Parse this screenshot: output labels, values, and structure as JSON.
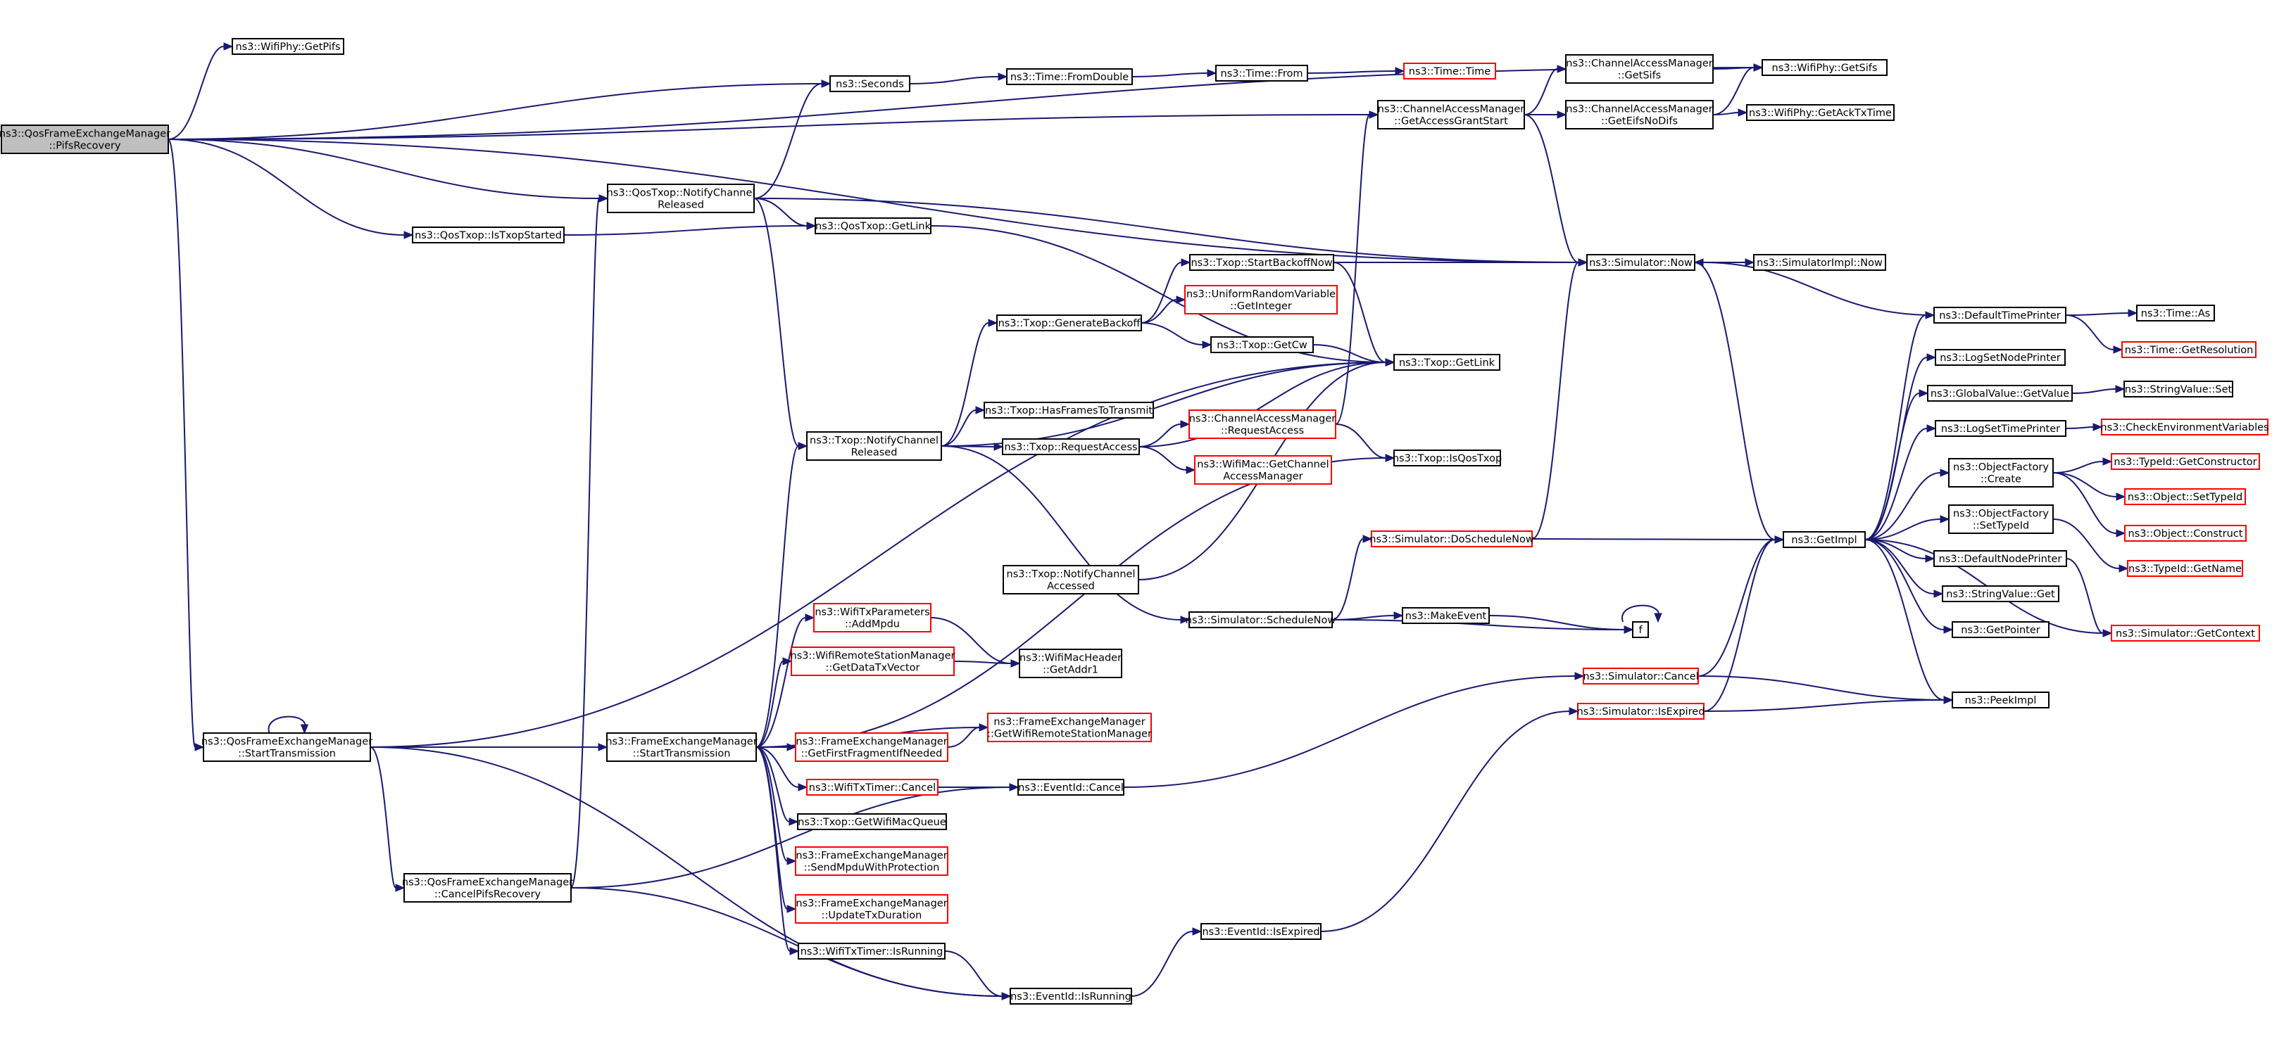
{
  "graph": {
    "nodes": [
      {
        "id": "root",
        "lines": [
          "ns3::QosFrameExchangeManager",
          "::PifsRecovery"
        ],
        "style": "root"
      },
      {
        "id": "wifiPhyGetPifs",
        "lines": [
          "ns3::WifiPhy::GetPifs"
        ],
        "style": "normal"
      },
      {
        "id": "seconds",
        "lines": [
          "ns3::Seconds"
        ],
        "style": "normal"
      },
      {
        "id": "timeFromDouble",
        "lines": [
          "ns3::Time::FromDouble"
        ],
        "style": "normal"
      },
      {
        "id": "timeFrom",
        "lines": [
          "ns3::Time::From"
        ],
        "style": "normal"
      },
      {
        "id": "timeTime",
        "lines": [
          "ns3::Time::Time"
        ],
        "style": "red"
      },
      {
        "id": "camGetSifs",
        "lines": [
          "ns3::ChannelAccessManager",
          "::GetSifs"
        ],
        "style": "normal"
      },
      {
        "id": "wifiPhyGetSifs",
        "lines": [
          "ns3::WifiPhy::GetSifs"
        ],
        "style": "normal"
      },
      {
        "id": "camGetAccessGrantStart",
        "lines": [
          "ns3::ChannelAccessManager",
          "::GetAccessGrantStart"
        ],
        "style": "normal"
      },
      {
        "id": "camGetEifsNoDifs",
        "lines": [
          "ns3::ChannelAccessManager",
          "::GetEifsNoDifs"
        ],
        "style": "normal"
      },
      {
        "id": "wifiPhyGetAckTxTime",
        "lines": [
          "ns3::WifiPhy::GetAckTxTime"
        ],
        "style": "normal"
      },
      {
        "id": "qosTxopNotifyChannelReleased",
        "lines": [
          "ns3::QosTxop::NotifyChannel",
          "Released"
        ],
        "style": "normal"
      },
      {
        "id": "qosTxopIsTxopStarted",
        "lines": [
          "ns3::QosTxop::IsTxopStarted"
        ],
        "style": "normal"
      },
      {
        "id": "qosTxopGetLink",
        "lines": [
          "ns3::QosTxop::GetLink"
        ],
        "style": "normal"
      },
      {
        "id": "txopStartBackoffNow",
        "lines": [
          "ns3::Txop::StartBackoffNow"
        ],
        "style": "normal"
      },
      {
        "id": "simulatorNow",
        "lines": [
          "ns3::Simulator::Now"
        ],
        "style": "normal"
      },
      {
        "id": "simulatorImplNow",
        "lines": [
          "ns3::SimulatorImpl::Now"
        ],
        "style": "normal"
      },
      {
        "id": "txopGenerateBackoff",
        "lines": [
          "ns3::Txop::GenerateBackoff"
        ],
        "style": "normal"
      },
      {
        "id": "uniformRandomGetInteger",
        "lines": [
          "ns3::UniformRandomVariable",
          "::GetInteger"
        ],
        "style": "red"
      },
      {
        "id": "txopGetCw",
        "lines": [
          "ns3::Txop::GetCw"
        ],
        "style": "normal"
      },
      {
        "id": "txopGetLink",
        "lines": [
          "ns3::Txop::GetLink"
        ],
        "style": "normal"
      },
      {
        "id": "txopHasFramesToTransmit",
        "lines": [
          "ns3::Txop::HasFramesToTransmit"
        ],
        "style": "normal"
      },
      {
        "id": "txopNotifyChannelReleased",
        "lines": [
          "ns3::Txop::NotifyChannel",
          "Released"
        ],
        "style": "normal"
      },
      {
        "id": "txopRequestAccess",
        "lines": [
          "ns3::Txop::RequestAccess"
        ],
        "style": "normal"
      },
      {
        "id": "camRequestAccess",
        "lines": [
          "ns3::ChannelAccessManager",
          "::RequestAccess"
        ],
        "style": "red"
      },
      {
        "id": "txopIsQosTxop",
        "lines": [
          "ns3::Txop::IsQosTxop"
        ],
        "style": "normal"
      },
      {
        "id": "wifiMacGetCam",
        "lines": [
          "ns3::WifiMac::GetChannel",
          "AccessManager"
        ],
        "style": "red"
      },
      {
        "id": "defaultTimePrinter",
        "lines": [
          "ns3::DefaultTimePrinter"
        ],
        "style": "normal"
      },
      {
        "id": "timeAs",
        "lines": [
          "ns3::Time::As"
        ],
        "style": "normal"
      },
      {
        "id": "timeGetResolution",
        "lines": [
          "ns3::Time::GetResolution"
        ],
        "style": "red"
      },
      {
        "id": "logSetNodePrinter",
        "lines": [
          "ns3::LogSetNodePrinter"
        ],
        "style": "normal"
      },
      {
        "id": "globalValueGetValue",
        "lines": [
          "ns3::GlobalValue::GetValue"
        ],
        "style": "normal"
      },
      {
        "id": "stringValueSet",
        "lines": [
          "ns3::StringValue::Set"
        ],
        "style": "normal"
      },
      {
        "id": "logSetTimePrinter",
        "lines": [
          "ns3::LogSetTimePrinter"
        ],
        "style": "normal"
      },
      {
        "id": "checkEnvVars",
        "lines": [
          "ns3::CheckEnvironmentVariables"
        ],
        "style": "red"
      },
      {
        "id": "objectFactoryCreate",
        "lines": [
          "ns3::ObjectFactory",
          "::Create"
        ],
        "style": "normal"
      },
      {
        "id": "typeIdGetConstructor",
        "lines": [
          "ns3::TypeId::GetConstructor"
        ],
        "style": "red"
      },
      {
        "id": "objectSetTypeId",
        "lines": [
          "ns3::Object::SetTypeId"
        ],
        "style": "red"
      },
      {
        "id": "objectConstruct",
        "lines": [
          "ns3::Object::Construct"
        ],
        "style": "red"
      },
      {
        "id": "objectFactorySetTypeId",
        "lines": [
          "ns3::ObjectFactory",
          "::SetTypeId"
        ],
        "style": "normal"
      },
      {
        "id": "typeIdGetName",
        "lines": [
          "ns3::TypeId::GetName"
        ],
        "style": "red"
      },
      {
        "id": "simulatorDoScheduleNow",
        "lines": [
          "ns3::Simulator::DoScheduleNow"
        ],
        "style": "red"
      },
      {
        "id": "getImpl",
        "lines": [
          "ns3::GetImpl"
        ],
        "style": "normal"
      },
      {
        "id": "defaultNodePrinter",
        "lines": [
          "ns3::DefaultNodePrinter"
        ],
        "style": "normal"
      },
      {
        "id": "stringValueGet",
        "lines": [
          "ns3::StringValue::Get"
        ],
        "style": "normal"
      },
      {
        "id": "getPointer",
        "lines": [
          "ns3::GetPointer"
        ],
        "style": "normal"
      },
      {
        "id": "simulatorGetContext",
        "lines": [
          "ns3::Simulator::GetContext"
        ],
        "style": "red"
      },
      {
        "id": "txopNotifyChannelAccessed",
        "lines": [
          "ns3::Txop::NotifyChannel",
          "Accessed"
        ],
        "style": "normal"
      },
      {
        "id": "simulatorScheduleNow",
        "lines": [
          "ns3::Simulator::ScheduleNow"
        ],
        "style": "normal"
      },
      {
        "id": "makeEvent",
        "lines": [
          "ns3::MakeEvent"
        ],
        "style": "normal"
      },
      {
        "id": "f",
        "lines": [
          "f"
        ],
        "style": "normal"
      },
      {
        "id": "wifiTxParamsAddMpdu",
        "lines": [
          "ns3::WifiTxParameters",
          "::AddMpdu"
        ],
        "style": "red"
      },
      {
        "id": "wifiMacHeaderGetAddr1",
        "lines": [
          "ns3::WifiMacHeader",
          "::GetAddr1"
        ],
        "style": "normal"
      },
      {
        "id": "wrsmGetDataTxVector",
        "lines": [
          "ns3::WifiRemoteStationManager",
          "::GetDataTxVector"
        ],
        "style": "red"
      },
      {
        "id": "simulatorCancel",
        "lines": [
          "ns3::Simulator::Cancel"
        ],
        "style": "red"
      },
      {
        "id": "simulatorIsExpired",
        "lines": [
          "ns3::Simulator::IsExpired"
        ],
        "style": "red"
      },
      {
        "id": "peekImpl",
        "lines": [
          "ns3::PeekImpl"
        ],
        "style": "normal"
      },
      {
        "id": "qfemStartTransmission",
        "lines": [
          "ns3::QosFrameExchangeManager",
          "::StartTransmission"
        ],
        "style": "normal"
      },
      {
        "id": "femStartTransmission",
        "lines": [
          "ns3::FrameExchangeManager",
          "::StartTransmission"
        ],
        "style": "normal"
      },
      {
        "id": "femGetWrsm",
        "lines": [
          "ns3::FrameExchangeManager",
          "::GetWifiRemoteStationManager"
        ],
        "style": "red"
      },
      {
        "id": "femGetFirstFragment",
        "lines": [
          "ns3::FrameExchangeManager",
          "::GetFirstFragmentIfNeeded"
        ],
        "style": "red"
      },
      {
        "id": "wifiTxTimerCancel",
        "lines": [
          "ns3::WifiTxTimer::Cancel"
        ],
        "style": "red"
      },
      {
        "id": "eventIdCancel",
        "lines": [
          "ns3::EventId::Cancel"
        ],
        "style": "normal"
      },
      {
        "id": "txopGetWifiMacQueue",
        "lines": [
          "ns3::Txop::GetWifiMacQueue"
        ],
        "style": "normal"
      },
      {
        "id": "qfemCancelPifsRecovery",
        "lines": [
          "ns3::QosFrameExchangeManager",
          "::CancelPifsRecovery"
        ],
        "style": "normal"
      },
      {
        "id": "femSendMpduWithProtection",
        "lines": [
          "ns3::FrameExchangeManager",
          "::SendMpduWithProtection"
        ],
        "style": "red"
      },
      {
        "id": "femUpdateTxDuration",
        "lines": [
          "ns3::FrameExchangeManager",
          "::UpdateTxDuration"
        ],
        "style": "red"
      },
      {
        "id": "eventIdIsExpired",
        "lines": [
          "ns3::EventId::IsExpired"
        ],
        "style": "normal"
      },
      {
        "id": "wifiTxTimerIsRunning",
        "lines": [
          "ns3::WifiTxTimer::IsRunning"
        ],
        "style": "normal"
      },
      {
        "id": "eventIdIsRunning",
        "lines": [
          "ns3::EventId::IsRunning"
        ],
        "style": "normal"
      }
    ],
    "edges": [
      [
        "root",
        "wifiPhyGetPifs"
      ],
      [
        "root",
        "seconds"
      ],
      [
        "root",
        "wifiPhyGetSifs"
      ],
      [
        "root",
        "camGetAccessGrantStart"
      ],
      [
        "root",
        "qosTxopNotifyChannelReleased"
      ],
      [
        "root",
        "qosTxopIsTxopStarted"
      ],
      [
        "root",
        "simulatorNow"
      ],
      [
        "root",
        "qfemStartTransmission"
      ],
      [
        "seconds",
        "timeFromDouble"
      ],
      [
        "timeFromDouble",
        "timeFrom"
      ],
      [
        "timeFrom",
        "timeTime"
      ],
      [
        "camGetAccessGrantStart",
        "camGetSifs"
      ],
      [
        "camGetAccessGrantStart",
        "camGetEifsNoDifs"
      ],
      [
        "camGetAccessGrantStart",
        "simulatorNow"
      ],
      [
        "camGetSifs",
        "wifiPhyGetSifs"
      ],
      [
        "camGetEifsNoDifs",
        "wifiPhyGetSifs"
      ],
      [
        "camGetEifsNoDifs",
        "wifiPhyGetAckTxTime"
      ],
      [
        "qosTxopNotifyChannelReleased",
        "seconds"
      ],
      [
        "qosTxopNotifyChannelReleased",
        "qosTxopGetLink"
      ],
      [
        "qosTxopNotifyChannelReleased",
        "simulatorNow"
      ],
      [
        "qosTxopNotifyChannelReleased",
        "txopNotifyChannelReleased"
      ],
      [
        "qosTxopIsTxopStarted",
        "qosTxopGetLink"
      ],
      [
        "qosTxopGetLink",
        "txopGetLink"
      ],
      [
        "txopStartBackoffNow",
        "simulatorNow"
      ],
      [
        "txopStartBackoffNow",
        "txopGetLink"
      ],
      [
        "simulatorNow",
        "simulatorImplNow"
      ],
      [
        "simulatorNow",
        "getImpl"
      ],
      [
        "txopGenerateBackoff",
        "txopStartBackoffNow"
      ],
      [
        "txopGenerateBackoff",
        "uniformRandomGetInteger"
      ],
      [
        "txopGenerateBackoff",
        "txopGetCw"
      ],
      [
        "txopGetCw",
        "txopGetLink"
      ],
      [
        "txopNotifyChannelReleased",
        "txopGenerateBackoff"
      ],
      [
        "txopNotifyChannelReleased",
        "txopHasFramesToTransmit"
      ],
      [
        "txopNotifyChannelReleased",
        "txopRequestAccess"
      ],
      [
        "txopNotifyChannelReleased",
        "txopGetLink"
      ],
      [
        "txopNotifyChannelReleased",
        "simulatorScheduleNow"
      ],
      [
        "txopRequestAccess",
        "txopGetLink"
      ],
      [
        "txopRequestAccess",
        "camRequestAccess"
      ],
      [
        "txopRequestAccess",
        "wifiMacGetCam"
      ],
      [
        "camRequestAccess",
        "camGetAccessGrantStart"
      ],
      [
        "camRequestAccess",
        "txopIsQosTxop"
      ],
      [
        "defaultTimePrinter",
        "simulatorNow"
      ],
      [
        "defaultTimePrinter",
        "timeAs"
      ],
      [
        "defaultTimePrinter",
        "timeGetResolution"
      ],
      [
        "globalValueGetValue",
        "stringValueSet"
      ],
      [
        "logSetTimePrinter",
        "checkEnvVars"
      ],
      [
        "objectFactoryCreate",
        "typeIdGetConstructor"
      ],
      [
        "objectFactoryCreate",
        "objectSetTypeId"
      ],
      [
        "objectFactoryCreate",
        "objectConstruct"
      ],
      [
        "objectFactorySetTypeId",
        "typeIdGetName"
      ],
      [
        "getImpl",
        "defaultTimePrinter"
      ],
      [
        "getImpl",
        "logSetNodePrinter"
      ],
      [
        "getImpl",
        "globalValueGetValue"
      ],
      [
        "getImpl",
        "logSetTimePrinter"
      ],
      [
        "getImpl",
        "objectFactoryCreate"
      ],
      [
        "getImpl",
        "objectFactorySetTypeId"
      ],
      [
        "getImpl",
        "defaultNodePrinter"
      ],
      [
        "getImpl",
        "stringValueGet"
      ],
      [
        "getImpl",
        "getPointer"
      ],
      [
        "getImpl",
        "simulatorGetContext"
      ],
      [
        "getImpl",
        "peekImpl"
      ],
      [
        "defaultNodePrinter",
        "simulatorGetContext"
      ],
      [
        "simulatorDoScheduleNow",
        "simulatorNow"
      ],
      [
        "simulatorDoScheduleNow",
        "getImpl"
      ],
      [
        "simulatorScheduleNow",
        "simulatorDoScheduleNow"
      ],
      [
        "simulatorScheduleNow",
        "makeEvent"
      ],
      [
        "simulatorScheduleNow",
        "f"
      ],
      [
        "makeEvent",
        "f"
      ],
      [
        "f",
        "f"
      ],
      [
        "txopNotifyChannelAccessed",
        "txopGetLink"
      ],
      [
        "wifiTxParamsAddMpdu",
        "wifiMacHeaderGetAddr1"
      ],
      [
        "wrsmGetDataTxVector",
        "wifiMacHeaderGetAddr1"
      ],
      [
        "simulatorCancel",
        "getImpl"
      ],
      [
        "simulatorCancel",
        "peekImpl"
      ],
      [
        "simulatorIsExpired",
        "getImpl"
      ],
      [
        "simulatorIsExpired",
        "peekImpl"
      ],
      [
        "qfemStartTransmission",
        "qfemStartTransmission"
      ],
      [
        "qfemStartTransmission",
        "txopGetLink"
      ],
      [
        "qfemStartTransmission",
        "femStartTransmission"
      ],
      [
        "qfemStartTransmission",
        "qfemCancelPifsRecovery"
      ],
      [
        "qfemStartTransmission",
        "eventIdIsRunning"
      ],
      [
        "femStartTransmission",
        "txopNotifyChannelReleased"
      ],
      [
        "femStartTransmission",
        "txopIsQosTxop"
      ],
      [
        "femStartTransmission",
        "wifiTxParamsAddMpdu"
      ],
      [
        "femStartTransmission",
        "wrsmGetDataTxVector"
      ],
      [
        "femStartTransmission",
        "femGetWrsm"
      ],
      [
        "femStartTransmission",
        "femGetFirstFragment"
      ],
      [
        "femStartTransmission",
        "wifiTxTimerCancel"
      ],
      [
        "femStartTransmission",
        "txopGetWifiMacQueue"
      ],
      [
        "femStartTransmission",
        "femSendMpduWithProtection"
      ],
      [
        "femStartTransmission",
        "femUpdateTxDuration"
      ],
      [
        "femStartTransmission",
        "wifiTxTimerIsRunning"
      ],
      [
        "femGetFirstFragment",
        "femGetWrsm"
      ],
      [
        "wifiTxTimerCancel",
        "eventIdCancel"
      ],
      [
        "eventIdCancel",
        "simulatorCancel"
      ],
      [
        "qfemCancelPifsRecovery",
        "qosTxopNotifyChannelReleased"
      ],
      [
        "qfemCancelPifsRecovery",
        "eventIdCancel"
      ],
      [
        "qfemCancelPifsRecovery",
        "eventIdIsRunning"
      ],
      [
        "eventIdIsExpired",
        "simulatorIsExpired"
      ],
      [
        "wifiTxTimerIsRunning",
        "eventIdIsRunning"
      ],
      [
        "eventIdIsRunning",
        "eventIdIsExpired"
      ]
    ]
  }
}
